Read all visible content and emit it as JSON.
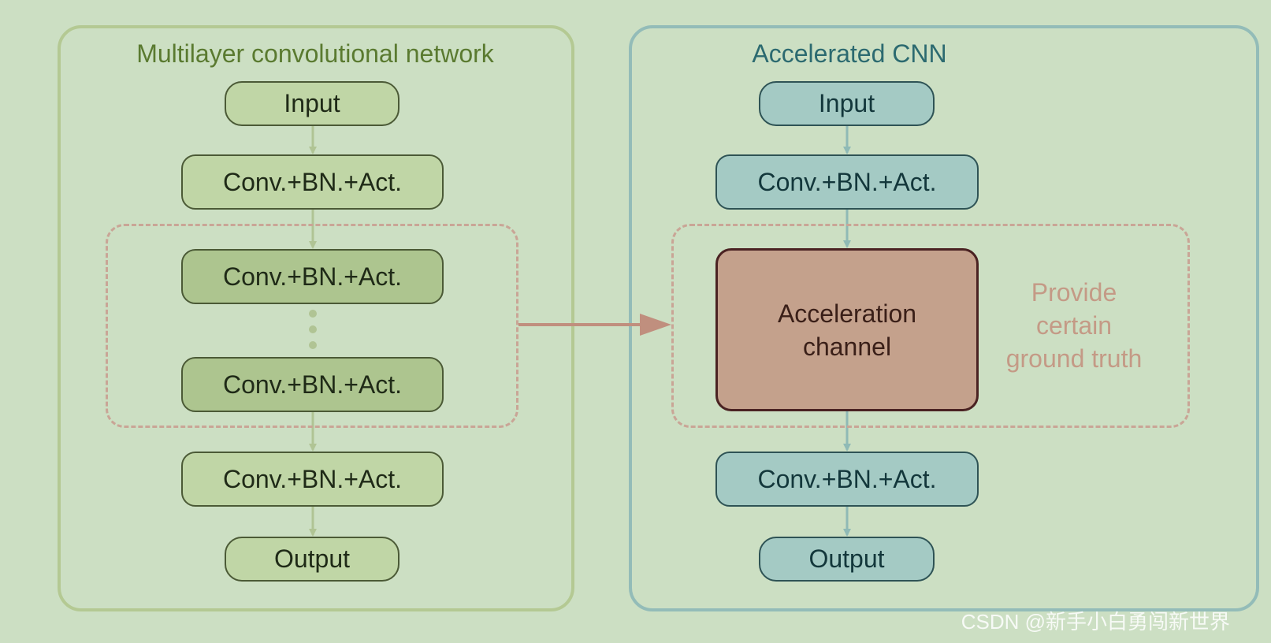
{
  "left_panel": {
    "title": "Multilayer convolutional network",
    "input": "Input",
    "layer_1": "Conv.+BN.+Act.",
    "layer_2": "Conv.+BN.+Act.",
    "layer_3": "Conv.+BN.+Act.",
    "layer_4": "Conv.+BN.+Act.",
    "output": "Output"
  },
  "right_panel": {
    "title": "Accelerated CNN",
    "input": "Input",
    "layer_1": "Conv.+BN.+Act.",
    "acceleration_line1": "Acceleration",
    "acceleration_line2": "channel",
    "note_line1": "Provide",
    "note_line2": "certain",
    "note_line3": "ground truth",
    "layer_2": "Conv.+BN.+Act.",
    "output": "Output"
  },
  "watermark": "CSDN @新手小白勇闯新世界",
  "colors": {
    "background": "#ccdfc3",
    "left_accent": "#b4c993",
    "right_accent": "#93bcb8",
    "highlight": "#c4a18c",
    "arrow": "#c08f7e"
  }
}
